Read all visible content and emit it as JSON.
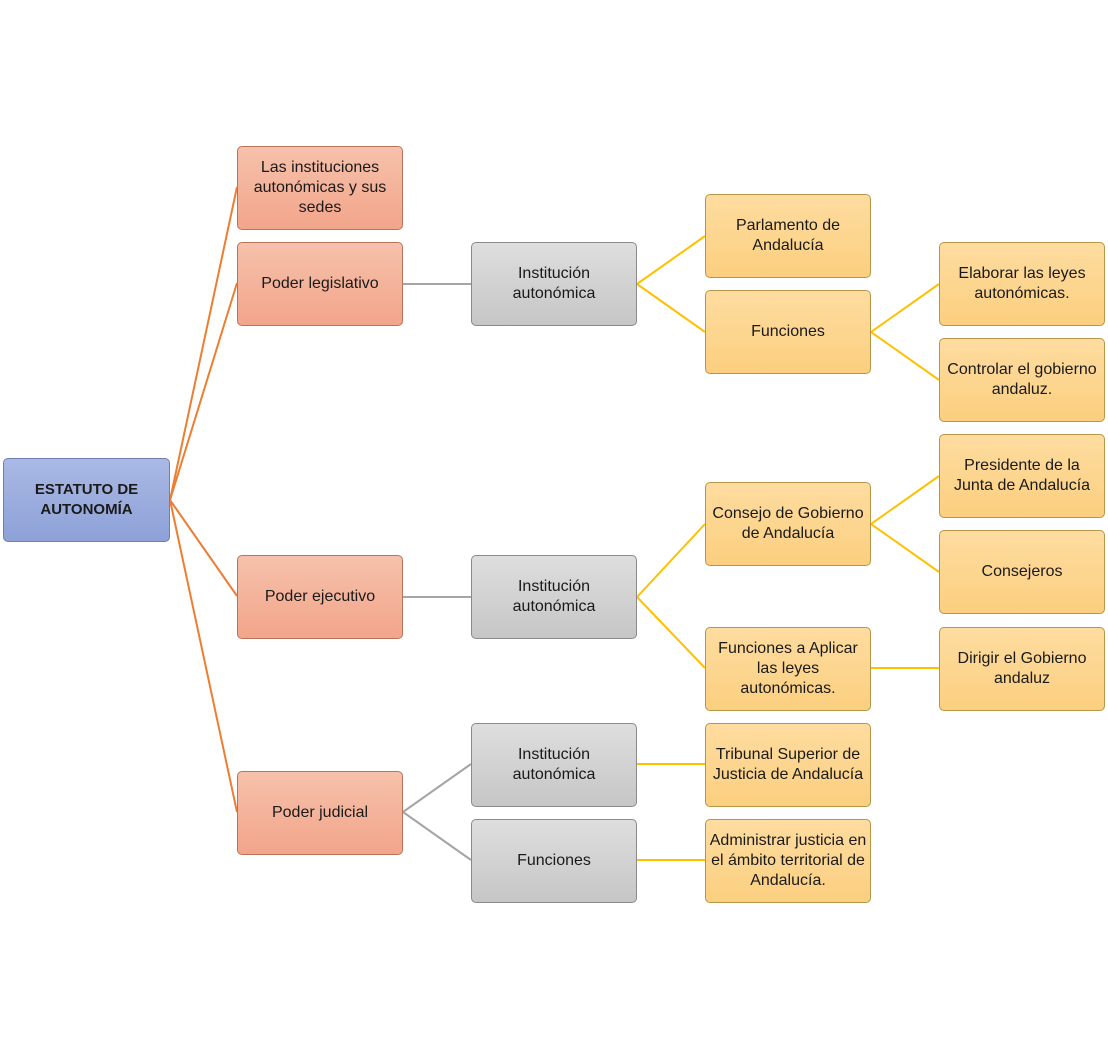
{
  "diagram": {
    "nodes": {
      "root": "ESTATUTO DE AUTONOMÍA",
      "instituciones_sedes": "Las instituciones autonómicas y sus sedes",
      "poder_legislativo": "Poder legislativo",
      "poder_ejecutivo": "Poder ejecutivo",
      "poder_judicial": "Poder judicial",
      "leg_institucion": "Institución autonómica",
      "eje_institucion": "Institución autonómica",
      "jud_institucion": "Institución autonómica",
      "jud_funciones": "Funciones",
      "parlamento": "Parlamento de Andalucía",
      "leg_funciones": "Funciones",
      "elaborar_leyes": "Elaborar las leyes autonómicas.",
      "controlar_gobierno": "Controlar el gobierno andaluz.",
      "consejo_gobierno": "Consejo de Gobierno de Andalucía",
      "presidente_junta": "Presidente de la Junta de Andalucía",
      "consejeros": "Consejeros",
      "funciones_aplicar": "Funciones a Aplicar las leyes autonómicas.",
      "dirigir_gobierno": "Dirigir el Gobierno andaluz",
      "tribunal_superior": "Tribunal Superior de Justicia de Andalucía",
      "administrar_justicia": "Administrar justicia en el ámbito territorial de Andalucía."
    },
    "colors": {
      "root_fill": "#98aadc",
      "level1_fill": "#f4b097",
      "level2_fill": "#d0d0d0",
      "level3_fill": "#fdd58c",
      "level1_connector": "#ed7d31",
      "level2_connector": "#a5a5a5",
      "level3_connector": "#ffc000"
    }
  }
}
